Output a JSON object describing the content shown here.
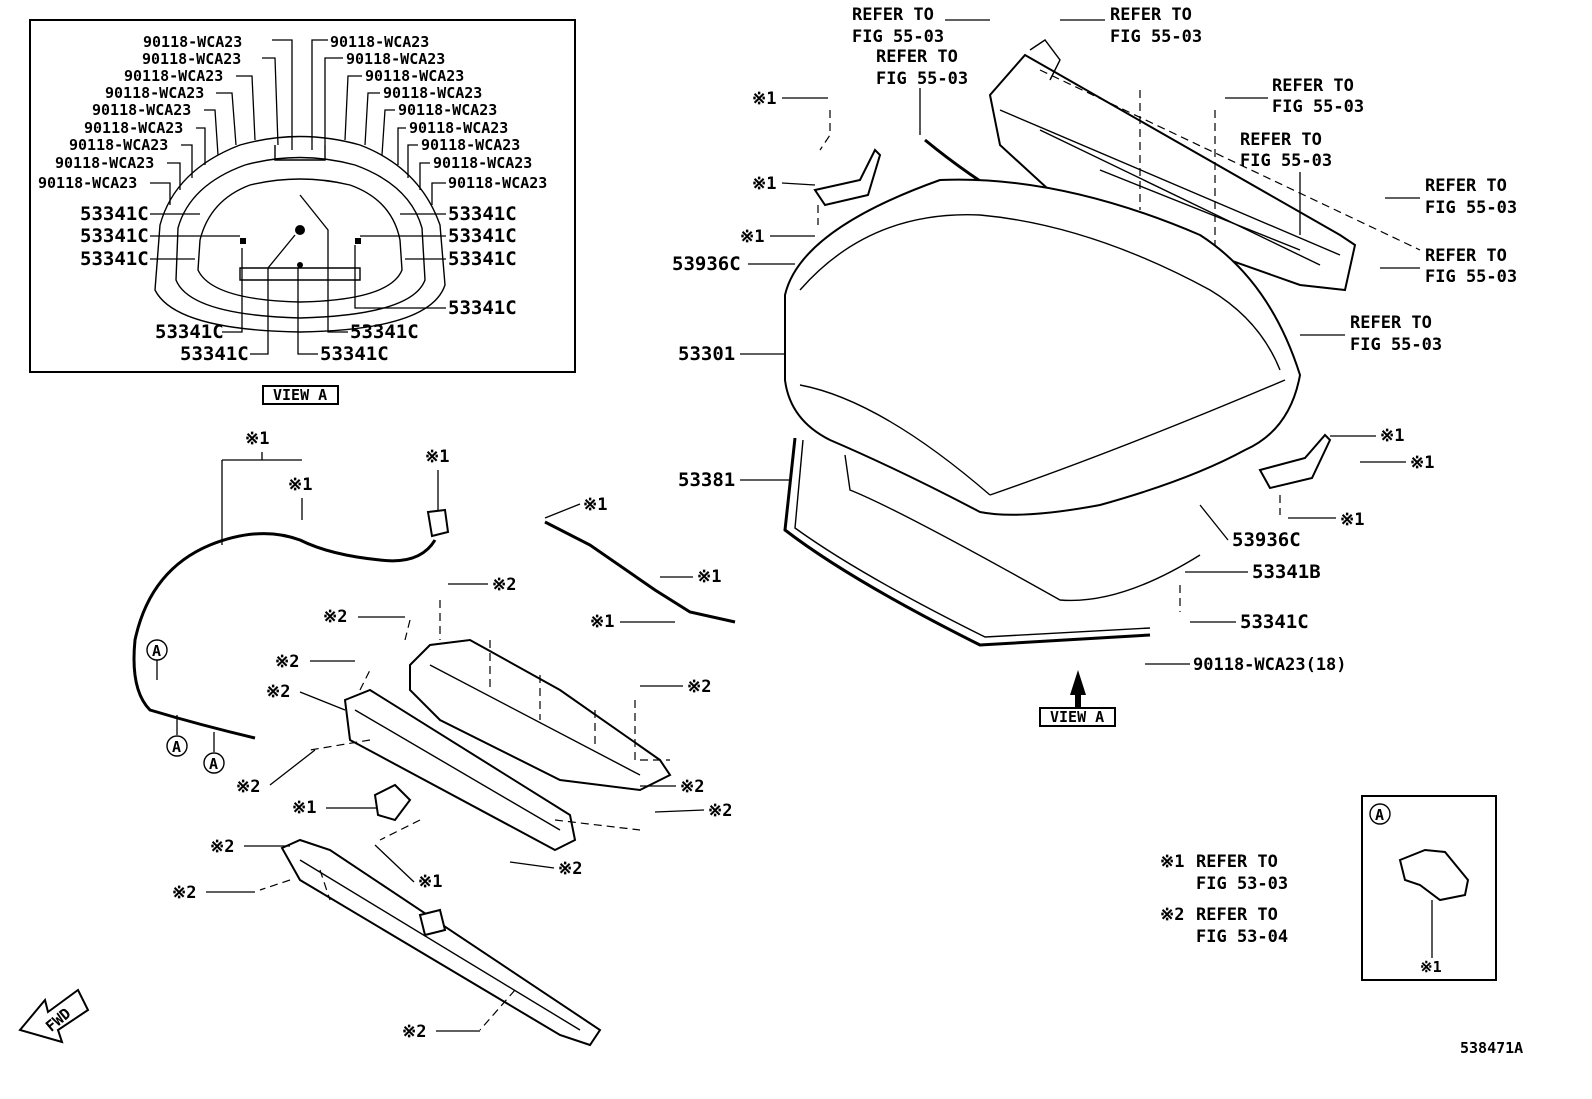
{
  "inset_view": {
    "caption": "VIEW A",
    "clip_labels_left": [
      "90118-WCA23",
      "90118-WCA23",
      "90118-WCA23",
      "90118-WCA23",
      "90118-WCA23",
      "90118-WCA23",
      "90118-WCA23",
      "90118-WCA23",
      "90118-WCA23"
    ],
    "clip_labels_right": [
      "90118-WCA23",
      "90118-WCA23",
      "90118-WCA23",
      "90118-WCA23",
      "90118-WCA23",
      "90118-WCA23",
      "90118-WCA23",
      "90118-WCA23",
      "90118-WCA23"
    ],
    "cushion_labels_left": [
      "53341C",
      "53341C",
      "53341C"
    ],
    "cushion_labels_right": [
      "53341C",
      "53341C",
      "53341C",
      "53341C"
    ],
    "cushion_labels_bottom": [
      "53341C",
      "53341C",
      "53341C",
      "53341C"
    ]
  },
  "main_view": {
    "refer_55_03": "REFER TO",
    "fig_55_03": "FIG 55-03",
    "hood": "53301",
    "seal": "53381",
    "stopper_top": "53936C",
    "stopper_right": "53936C",
    "cushion_b": "53341B",
    "cushion_c": "53341C",
    "clip_qty": "90118-WCA23(18)",
    "view_a": "VIEW A"
  },
  "marks": {
    "note1": "※1",
    "note2": "※2",
    "circle_a": "A",
    "fwd": "FWD"
  },
  "legend": {
    "note1_mark": "※1",
    "note1_line1": "REFER TO",
    "note1_line2": "FIG 53-03",
    "note2_mark": "※2",
    "note2_line1": "REFER TO",
    "note2_line2": "FIG 53-04"
  },
  "detail_box": {
    "circle": "A",
    "mark": "※1"
  },
  "figure_code": "538471A"
}
